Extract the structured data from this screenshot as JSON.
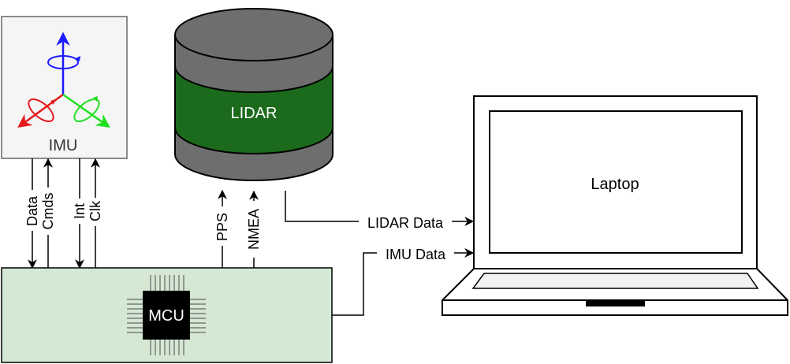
{
  "nodes": {
    "imu": {
      "label": "IMU"
    },
    "lidar": {
      "label": "LIDAR"
    },
    "mcu": {
      "label": "MCU"
    },
    "laptop": {
      "label": "Laptop"
    }
  },
  "signals": {
    "data": "Data",
    "cmds": "Cmds",
    "int": "Int",
    "clk": "Clk",
    "pps": "PPS",
    "nmea": "NMEA",
    "lidar_data": "LIDAR Data",
    "imu_data": "IMU Data"
  },
  "colors": {
    "imu_fill": "#f5f5f5",
    "lidar_body": "#6e6e6e",
    "lidar_band": "#1c6b1c",
    "mcu_board": "#d5e8d4",
    "axis_x": "#e6191d",
    "axis_y": "#1fe01f",
    "axis_z": "#1a1aff"
  },
  "icons": {
    "imu": "three-axis-gyro-icon",
    "mcu": "chip-icon",
    "laptop": "laptop-icon"
  }
}
